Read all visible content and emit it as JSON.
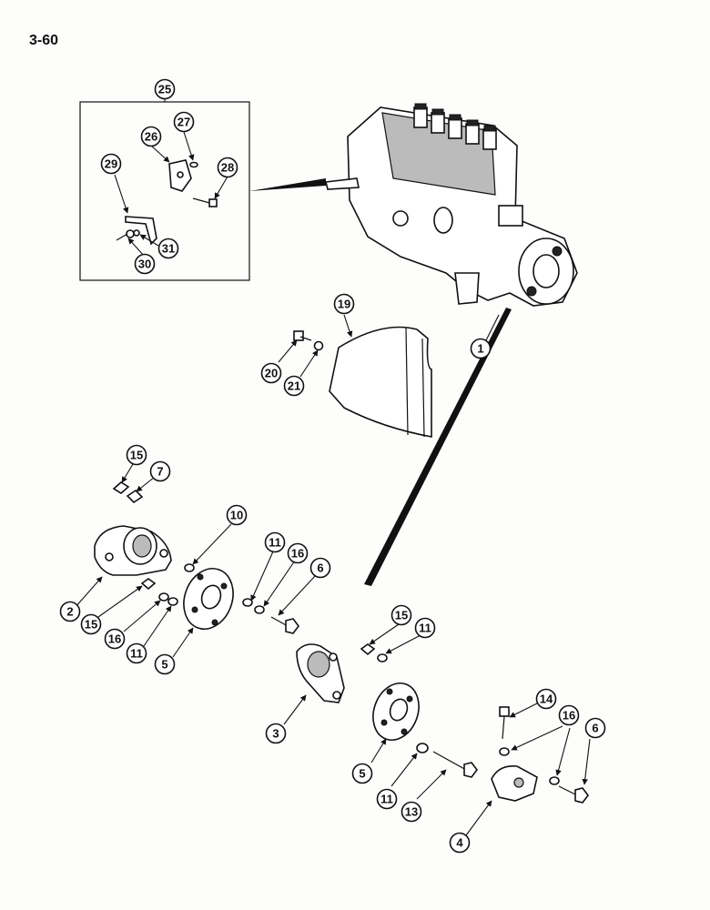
{
  "page_number": "3-60",
  "callouts": [
    "25",
    "27",
    "26",
    "28",
    "29",
    "31",
    "30",
    "19",
    "20",
    "21",
    "1",
    "15",
    "7",
    "10",
    "11",
    "16",
    "6",
    "2",
    "15",
    "16",
    "11",
    "5",
    "15",
    "11",
    "3",
    "14",
    "16",
    "6",
    "5",
    "11",
    "13",
    "4"
  ]
}
